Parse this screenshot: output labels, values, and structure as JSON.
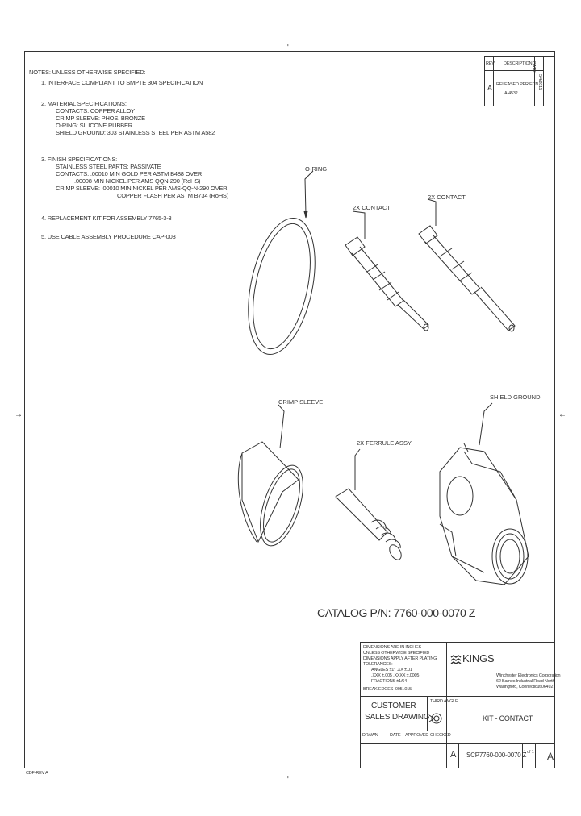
{
  "notes": {
    "header": "NOTES: UNLESS OTHERWISE SPECIFIED:",
    "line1": "1. INTERFACE COMPLIANT TO SMPTE 304 SPECIFICATION",
    "material_title": "2. MATERIAL SPECIFICATIONS:",
    "material_lines": [
      "CONTACTS: COPPER ALLOY",
      "CRIMP SLEEVE: PHOS. BRONZE",
      "O-RING: SILICONE RUBBER",
      "SHIELD GROUND: 303 STAINLESS STEEL PER ASTM A582"
    ],
    "finish_title": "3. FINISH SPECIFICATIONS:",
    "finish_lines": [
      "STAINLESS STEEL PARTS: PASSIVATE",
      "CONTACTS: .00010 MIN GOLD PER ASTM B488 OVER",
      ".00008 MIN NICKEL PER AMS QQN-290 (RoHS)",
      "CRIMP SLEEVE: .00010 MIN NICKEL PER AMS-QQ-N-290 OVER",
      "COPPER FLASH PER ASTM B734 (RoHS)"
    ],
    "line4": "4. REPLACEMENT KIT FOR ASSEMBLY 7765-3-3",
    "line5": "5. USE CABLE ASSEMBLY PROCEDURE CAP-003"
  },
  "labels": {
    "oring": "O-RING",
    "contact_left": "2X CONTACT",
    "contact_right": "2X CONTACT",
    "crimp_sleeve": "CRIMP SLEEVE",
    "ferrule": "2X FERRULE ASSY",
    "shield_ground": "SHIELD GROUND"
  },
  "catalog": "CATALOG P/N: 7760-000-0070 Z",
  "revision_block": {
    "col_rev": "REV",
    "col_desc": "DESCRIPTION",
    "col_date": "DATE",
    "rev": "A",
    "desc": "RELEASED PER ECN",
    "desc2": "A-4532",
    "date": "5/4/2011"
  },
  "title_block": {
    "tolerance_lines": [
      "DIMENSIONS ARE IN INCHES",
      "UNLESS OTHERWISE SPECIFIED",
      "DIMENSIONS APPLY AFTER PLATING",
      "TOLERANCES:",
      "ANGLES ±1°  .XX ±.01",
      ".XXX ±.005  .XXXX ±.0005",
      "FRACTIONS ±1/64",
      "BREAK EDGES .005-.015"
    ],
    "customer": "CUSTOMER",
    "sales_drawing": "SALES DRAWING",
    "third_angle": "THIRD ANGLE",
    "brand": "KINGS",
    "company_lines": [
      "Winchester Electronics Corporation",
      "62 Barnes Industrial Road North",
      "Wallingford, Connecticut 06492"
    ],
    "title": "KIT - CONTACT",
    "drawn_label": "DRAWN",
    "date_label": "DATE",
    "approved_label": "APPROVED",
    "checked_label": "CHECKED",
    "size": "A",
    "dwg_no": "SCP7760-000-0070 Z",
    "rev": "A",
    "sheet": "1 of 1"
  },
  "footer_code": "CDF-REV A",
  "colors": {
    "line": "#333333",
    "paper": "#ffffff"
  }
}
